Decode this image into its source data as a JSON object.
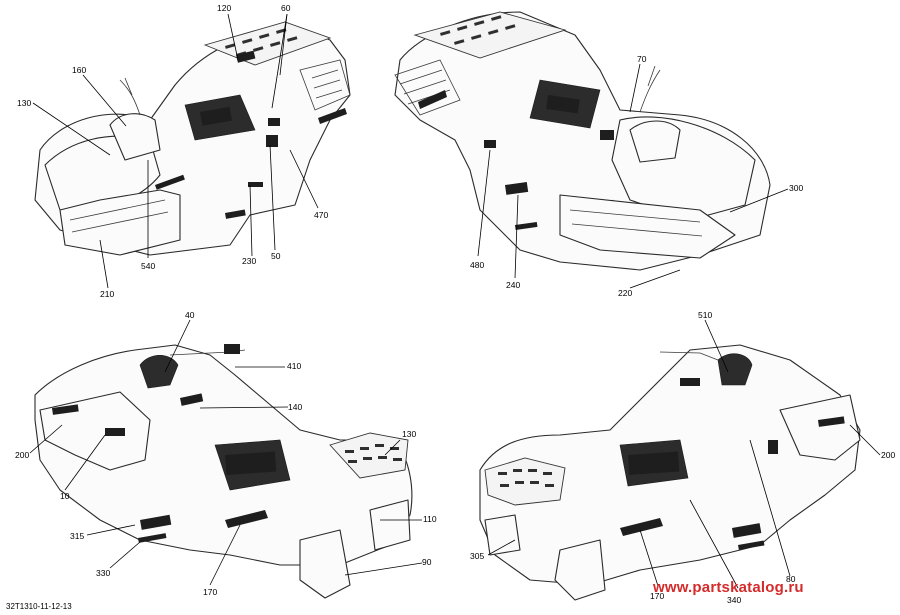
{
  "figure_code": "32T1310-11-12-13",
  "watermark": "www.partskatalog.ru",
  "views": [
    {
      "name": "front-left",
      "callouts": [
        "120",
        "60",
        "160",
        "130",
        "470",
        "540",
        "230",
        "50",
        "210"
      ]
    },
    {
      "name": "front-right",
      "callouts": [
        "70",
        "300",
        "480",
        "240",
        "220"
      ]
    },
    {
      "name": "rear-left",
      "callouts": [
        "40",
        "410",
        "140",
        "130",
        "200",
        "10",
        "315",
        "330",
        "110",
        "90",
        "170"
      ]
    },
    {
      "name": "rear-right",
      "callouts": [
        "510",
        "200",
        "305",
        "170",
        "340",
        "80"
      ]
    }
  ],
  "callouts": {
    "c120": "120",
    "c60": "60",
    "c160": "160",
    "c130a": "130",
    "c470": "470",
    "c540": "540",
    "c230": "230",
    "c50": "50",
    "c210": "210",
    "c70": "70",
    "c300": "300",
    "c480": "480",
    "c240": "240",
    "c220": "220",
    "c40": "40",
    "c410": "410",
    "c140": "140",
    "c130b": "130",
    "c200a": "200",
    "c10": "10",
    "c315": "315",
    "c330": "330",
    "c110": "110",
    "c90": "90",
    "c170a": "170",
    "c510": "510",
    "c200b": "200",
    "c305": "305",
    "c170b": "170",
    "c340": "340",
    "c80": "80"
  }
}
